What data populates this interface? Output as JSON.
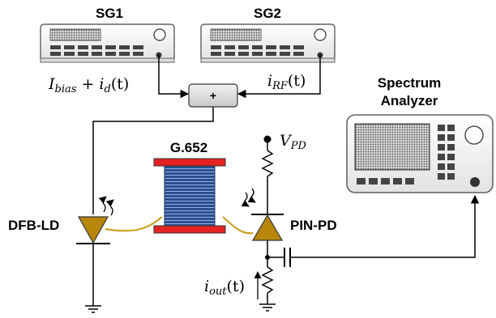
{
  "instruments": {
    "sg1": {
      "label": "SG1"
    },
    "sg2": {
      "label": "SG2"
    },
    "spectrum_analyzer": {
      "label_line1": "Spectrum",
      "label_line2": "Analyzer"
    }
  },
  "combiner": {
    "symbol": "+"
  },
  "fiber": {
    "label": "G.652"
  },
  "devices": {
    "laser": {
      "label": "DFB-LD"
    },
    "photodiode": {
      "label": "PIN-PD"
    }
  },
  "signals": {
    "bias": {
      "main": "I",
      "sub": "bias",
      "rest_plus": " + ",
      "i": "i",
      "sub_d": "d",
      "arg": "(t)"
    },
    "rf": {
      "i": "i",
      "sub": "RF",
      "arg": "(t)"
    },
    "vpd": {
      "v": "V",
      "sub": "PD"
    },
    "out": {
      "i": "i",
      "sub": "out",
      "arg": "(t)"
    }
  },
  "colors": {
    "diode_fill": "#b8860b",
    "fiber_color": "#c9a227",
    "spool_core": "#2e4e8f",
    "spool_flange": "#e52222",
    "instrument_body": "#f4f4f4"
  }
}
